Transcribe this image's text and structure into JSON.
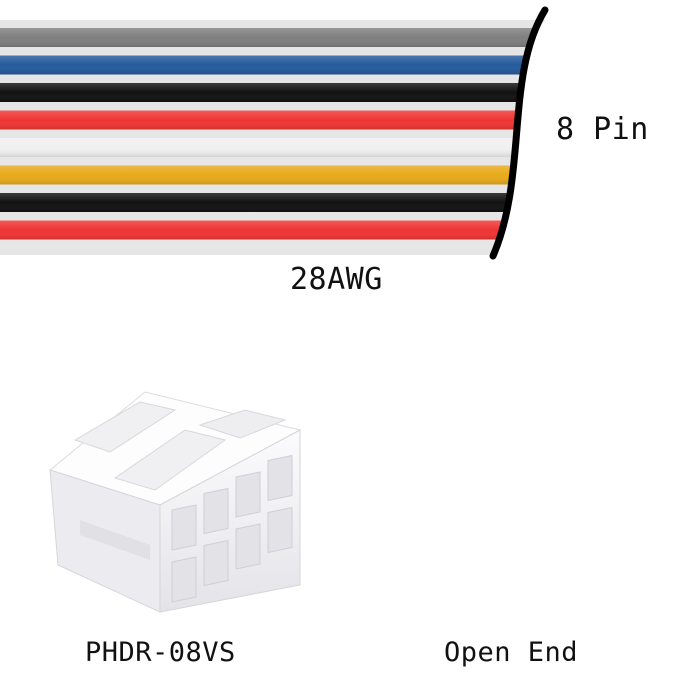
{
  "cable": {
    "pin_label": "8 Pin",
    "gauge_label": "28AWG",
    "wire_colors": [
      "#7f7f7f",
      "#255a9c",
      "#111111",
      "#ef3534",
      "#f0f0f0",
      "#e9a91b",
      "#111111",
      "#ef3534"
    ]
  },
  "connector": {
    "part_label": "PHDR-08VS",
    "body_color": "#f4f4f6"
  },
  "wire_end": {
    "label": "Open End"
  }
}
